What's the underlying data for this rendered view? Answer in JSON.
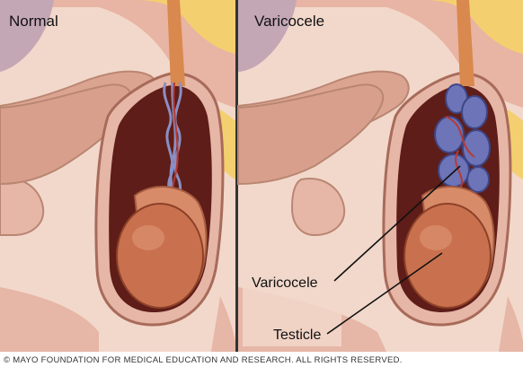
{
  "panels": [
    {
      "title": "Normal"
    },
    {
      "title": "Varicocele"
    }
  ],
  "labels": {
    "varicocele": "Varicocele",
    "testicle": "Testicle"
  },
  "credit": "© MAYO FOUNDATION FOR MEDICAL EDUCATION AND RESEARCH. ALL RIGHTS RESERVED.",
  "colors": {
    "skin": "#e6b6a7",
    "flesh": "#dba491",
    "cavity": "#5e1d18",
    "testis": "#c9714e",
    "epididymis": "#d88b69",
    "fat": "#f3cf6f",
    "vein_normal": "#8a8fc4",
    "vein_dilated": "#6d74b8",
    "artery": "#b73a33",
    "background_skin": "#f2d8cb"
  }
}
